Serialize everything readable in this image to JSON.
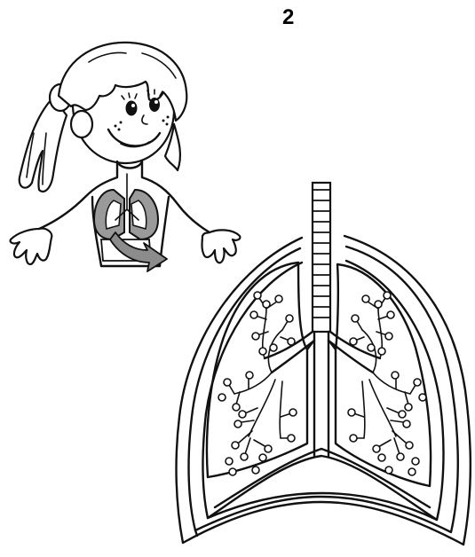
{
  "page": {
    "number": "2"
  },
  "colors": {
    "ink": "#111111",
    "paper": "#ffffff",
    "lung_fill": "#9a9a9a",
    "arrow_fill": "#8c8c8c"
  },
  "illustration": {
    "girl": {
      "icon": "girl-breathing-icon",
      "pose": "arms-out",
      "shows_lungs": true,
      "arrow_direction": "down-right"
    },
    "lungs": {
      "icon": "lungs-cross-section-icon",
      "branches_per_lung": 2
    }
  }
}
